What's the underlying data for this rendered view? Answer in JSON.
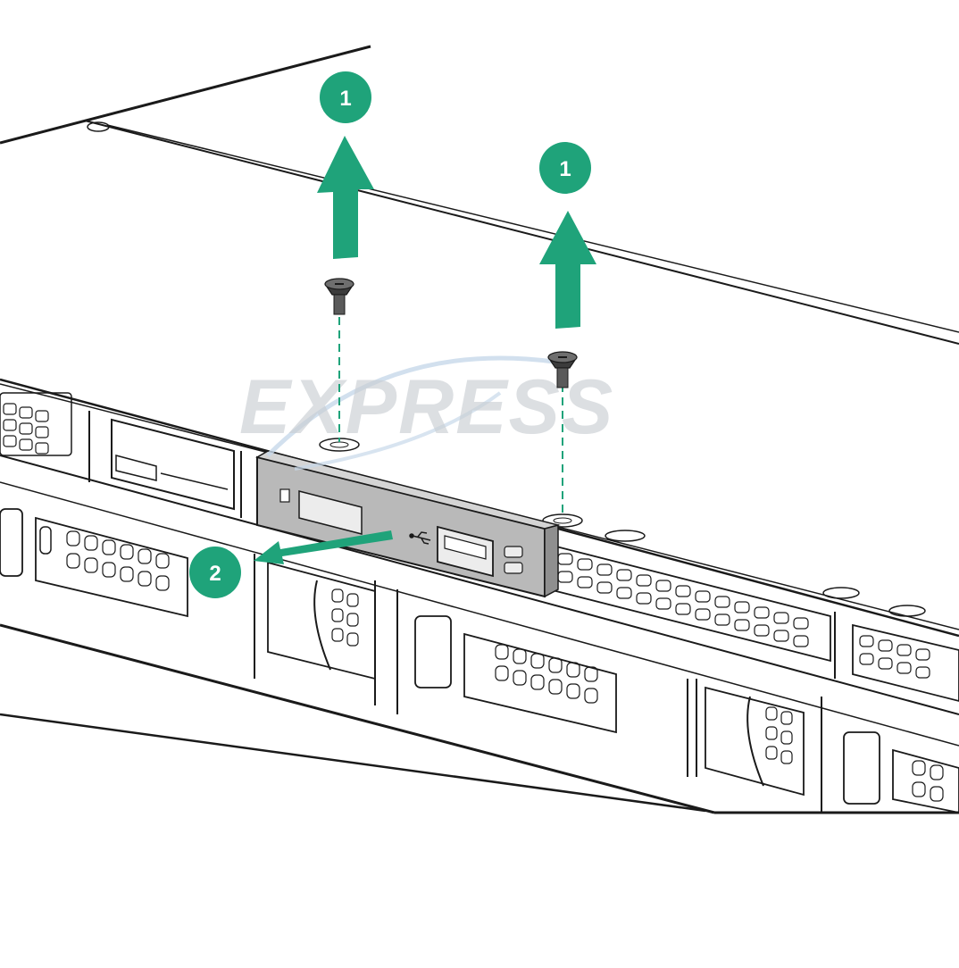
{
  "diagram": {
    "steps": [
      {
        "label": "1"
      },
      {
        "label": "1"
      },
      {
        "label": "2"
      }
    ],
    "watermark": "EXPRESS",
    "colors": {
      "accent": "#1fa37a",
      "line": "#1a1a1a",
      "panel": "#b9b9b9",
      "watermark": "#c9ced3"
    },
    "icons": [
      "arrow-up-icon",
      "arrow-left-icon",
      "screw-icon",
      "usb-icon"
    ]
  }
}
